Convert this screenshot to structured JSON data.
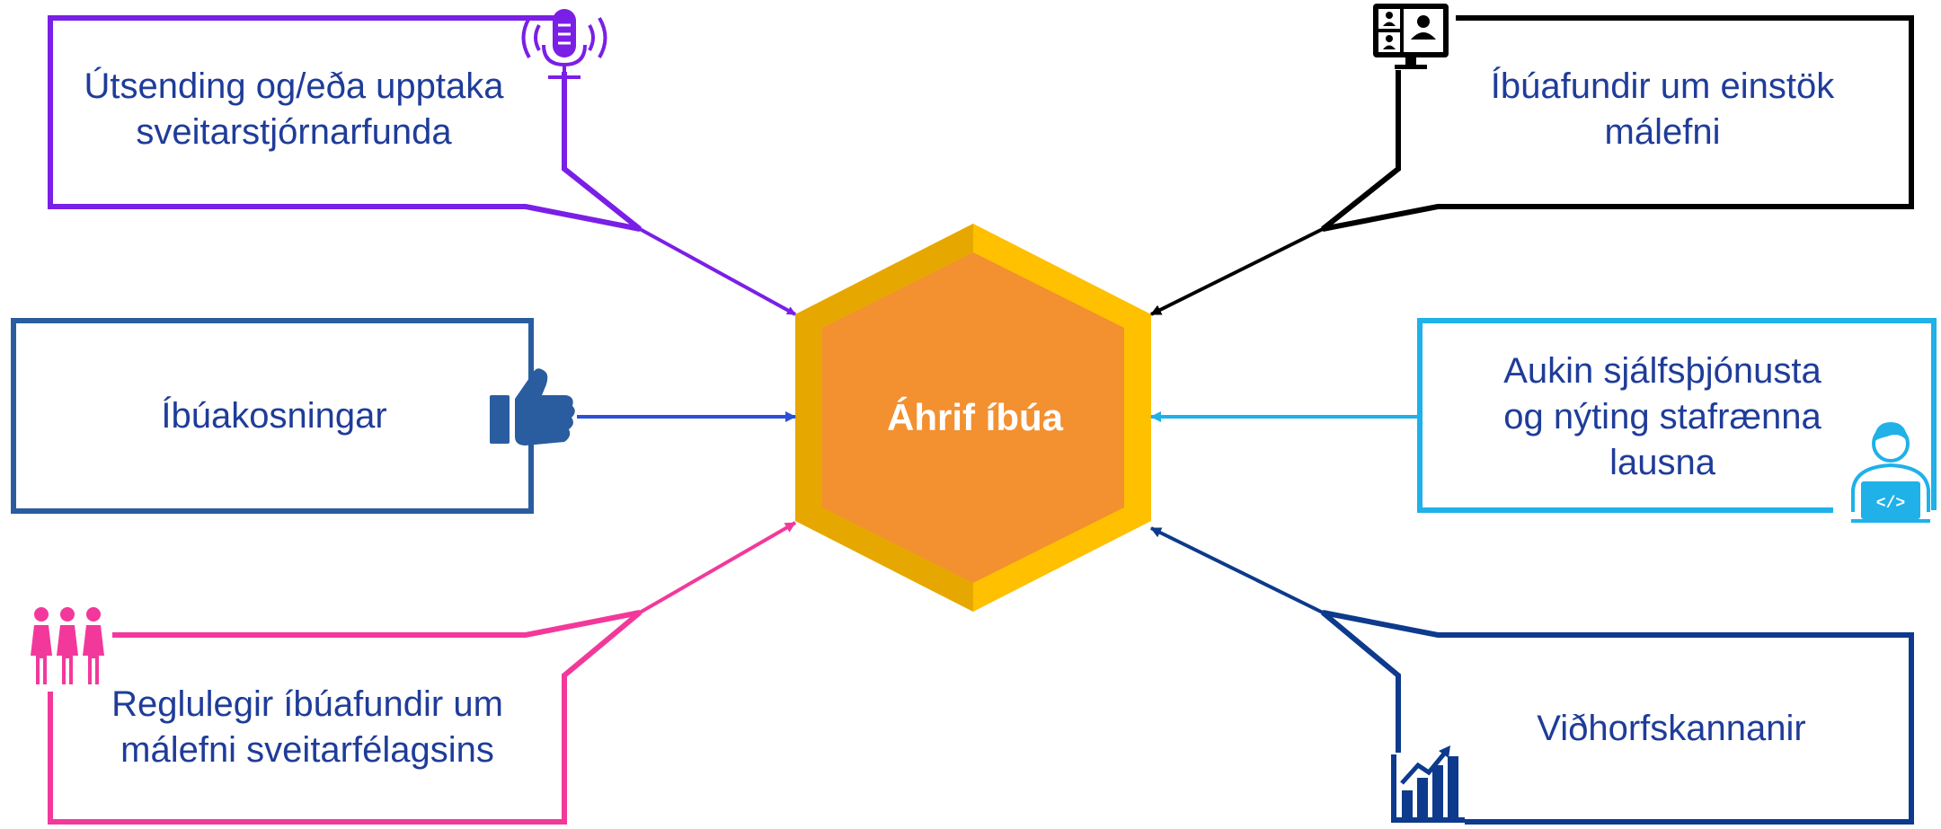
{
  "center": {
    "title": "Áhrif íbúa"
  },
  "items": [
    {
      "id": "broadcast",
      "line1": "Útsending og/eða upptaka",
      "line2": "sveitarstjórnarfunda",
      "icon": "podcast-microphone-icon",
      "color": "#7a1fe6"
    },
    {
      "id": "thematic-meetings",
      "line1": "Íbúafundir um einstök",
      "line2": "málefni",
      "icon": "video-conference-icon",
      "color": "#000000"
    },
    {
      "id": "votes",
      "line1": "Íbúakosningar",
      "icon": "thumbs-up-icon",
      "color": "#2a5d9f"
    },
    {
      "id": "self-service",
      "line1": "Aukin sjálfsþjónusta",
      "line2": "og nýting stafrænna",
      "line3": "lausna",
      "icon": "developer-laptop-icon",
      "color": "#1fb1e8"
    },
    {
      "id": "regular-meetings",
      "line1": "Reglulegir íbúafundir um",
      "line2": "málefni sveitarfélagsins",
      "icon": "group-of-people-icon",
      "color": "#f2399b"
    },
    {
      "id": "surveys",
      "line1": "Viðhorfskannanir",
      "icon": "bar-chart-growth-icon",
      "color": "#0d3a8c"
    }
  ],
  "colors": {
    "text": "#1f3c99",
    "hexagon_outer_left": "#e6a800",
    "hexagon_outer_right": "#ffc000",
    "hexagon_inner": "#f39030"
  }
}
